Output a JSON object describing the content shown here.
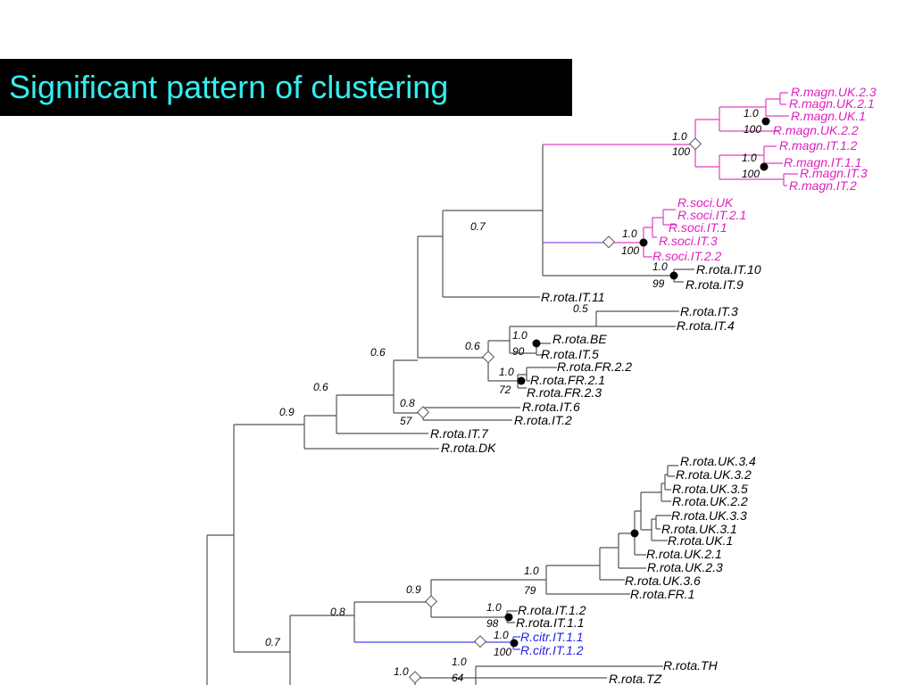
{
  "title": "Significant pattern of clustering",
  "colors": {
    "title_bg": "#000000",
    "title_text": "#33eeee",
    "magn": "#e020c0",
    "soci_branch": "#8855dd",
    "citr": "#2222ee",
    "branch": "#555555"
  },
  "node_markers": [
    "filled-circle",
    "open-diamond"
  ],
  "support": {
    "magn_root_pp": "1.0",
    "magn_root_bs": "100",
    "magn_uk_pp": "1.0",
    "magn_uk_bs": "100",
    "magn_it_pp": "1.0",
    "magn_it_bs": "100",
    "upper_a": "0.7",
    "soci_pp": "1.0",
    "soci_bs": "100",
    "it109_pp": "1.0",
    "it109_bs": "99",
    "it34": "0.5",
    "be_pp": "1.0",
    "be_bs": "90",
    "be_fr": "0.6",
    "fr_pp": "1.0",
    "fr_bs": "72",
    "it6_pp": "0.8",
    "it6_bs": "57",
    "upper_b": "0.6",
    "upper_c": "0.6",
    "upper_d": "0.9",
    "uk_pp": "1.0",
    "uk_bs": "79",
    "lower_a": "0.9",
    "it11_pp": "1.0",
    "it11_bs": "98",
    "citr_pp": "1.0",
    "citr_bs": "100",
    "lower_b": "0.8",
    "lower_c": "0.7",
    "thtz_pp": "1.0",
    "thtz_bs": "64",
    "low_pp": "1.0"
  },
  "taxa": {
    "magn_uk_2_3": "R.magn.UK.2.3",
    "magn_uk_2_1": "R.magn.UK.2.1",
    "magn_uk_1": "R.magn.UK.1",
    "magn_uk_2_2": "R.magn.UK.2.2",
    "magn_it_1_2": "R.magn.IT.1.2",
    "magn_it_1_1": "R.magn.IT.1.1",
    "magn_it_3": "R.magn.IT.3",
    "magn_it_2": "R.magn.IT.2",
    "soci_uk": "R.soci.UK",
    "soci_it_2_1": "R.soci.IT.2.1",
    "soci_it_1": "R.soci.IT.1",
    "soci_it_3": "R.soci.IT.3",
    "soci_it_2_2": "R.soci.IT.2.2",
    "rota_it_10": "R.rota.IT.10",
    "rota_it_9": "R.rota.IT.9",
    "rota_it_11": "R.rota.IT.11",
    "rota_it_3": "R.rota.IT.3",
    "rota_it_4": "R.rota.IT.4",
    "rota_be": "R.rota.BE",
    "rota_it_5": "R.rota.IT.5",
    "rota_fr_2_2": "R.rota.FR.2.2",
    "rota_fr_2_1": "R.rota.FR.2.1",
    "rota_fr_2_3": "R.rota.FR.2.3",
    "rota_it_6": "R.rota.IT.6",
    "rota_it_2": "R.rota.IT.2",
    "rota_it_7": "R.rota.IT.7",
    "rota_dk": "R.rota.DK",
    "rota_uk_3_4": "R.rota.UK.3.4",
    "rota_uk_3_2": "R.rota.UK.3.2",
    "rota_uk_3_5": "R.rota.UK.3.5",
    "rota_uk_2_2": "R.rota.UK.2.2",
    "rota_uk_3_3": "R.rota.UK.3.3",
    "rota_uk_3_1": "R.rota.UK.3.1",
    "rota_uk_1": "R.rota.UK.1",
    "rota_uk_2_1": "R.rota.UK.2.1",
    "rota_uk_2_3": "R.rota.UK.2.3",
    "rota_uk_3_6": "R.rota.UK.3.6",
    "rota_fr_1": "R.rota.FR.1",
    "rota_it_1_2": "R.rota.IT.1.2",
    "rota_it_1_1": "R.rota.IT.1.1",
    "citr_it_1_1": "R.citr.IT.1.1",
    "citr_it_1_2": "R.citr.IT.1.2",
    "rota_th": "R.rota.TH",
    "rota_tz": "R.rota.TZ"
  }
}
